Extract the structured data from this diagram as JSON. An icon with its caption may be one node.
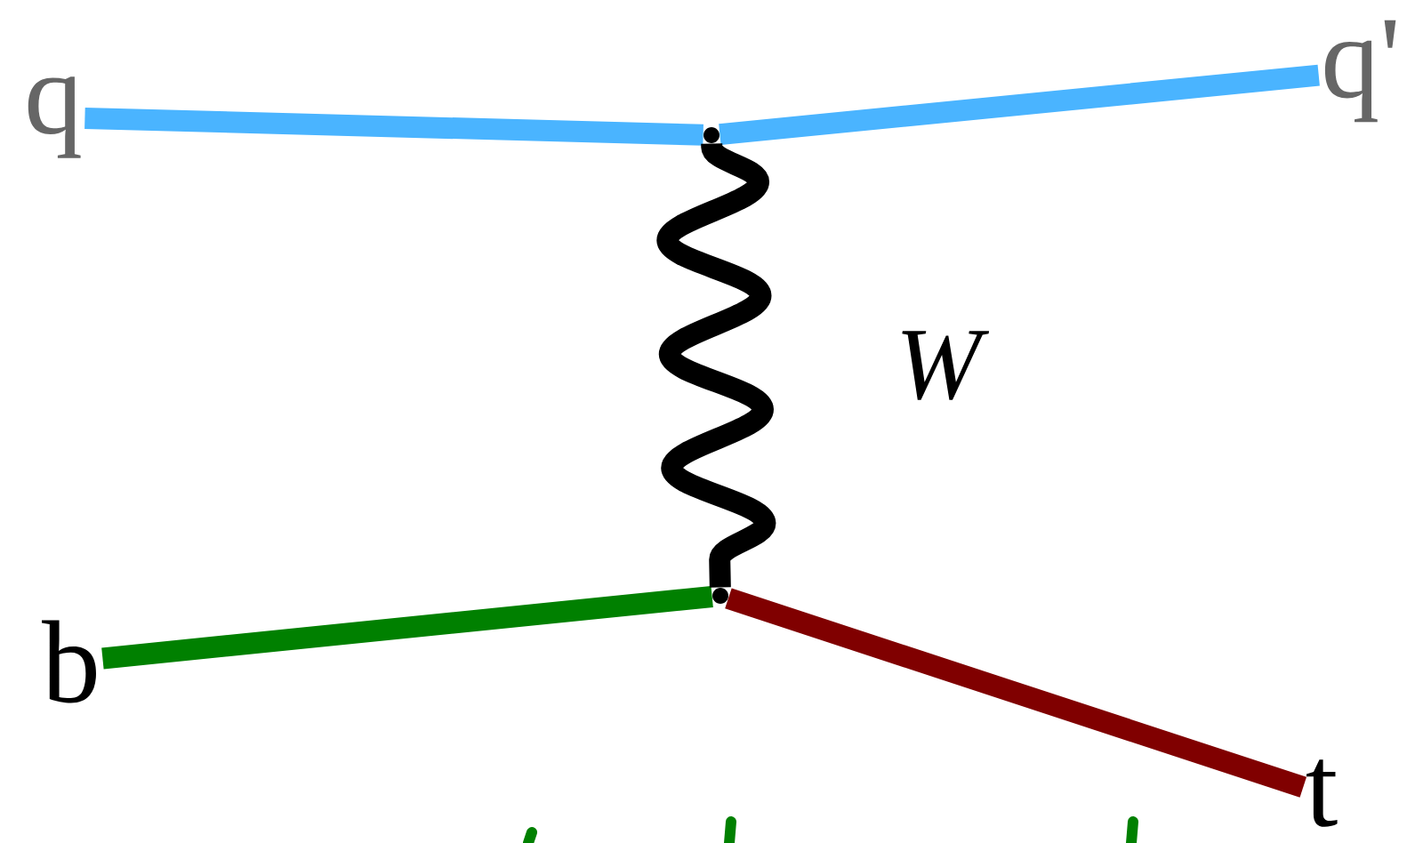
{
  "diagram": {
    "nodes": [
      {
        "text": [
          "q"
        ]
      },
      {
        "text": [
          "q'"
        ]
      },
      {
        "text": [
          "b"
        ]
      },
      {
        "text": [
          "t"
        ]
      },
      {
        "text": [],
        "shape": "circle"
      },
      {
        "text": [],
        "shape": "circle"
      }
    ],
    "edges": [
      {
        "from": 0,
        "to": 4,
        "arrow": "none",
        "color": "#4ab4ff"
      },
      {
        "from": 4,
        "to": 1,
        "arrow": "none",
        "color": "#4ab4ff"
      },
      {
        "from": 2,
        "to": 5,
        "arrow": "none",
        "color": "#008000"
      },
      {
        "from": 5,
        "to": 3,
        "arrow": "none",
        "color": "#800000"
      },
      {
        "from": 4,
        "to": 5,
        "arrow": "none",
        "color": "#000000",
        "label": "W"
      }
    ]
  }
}
